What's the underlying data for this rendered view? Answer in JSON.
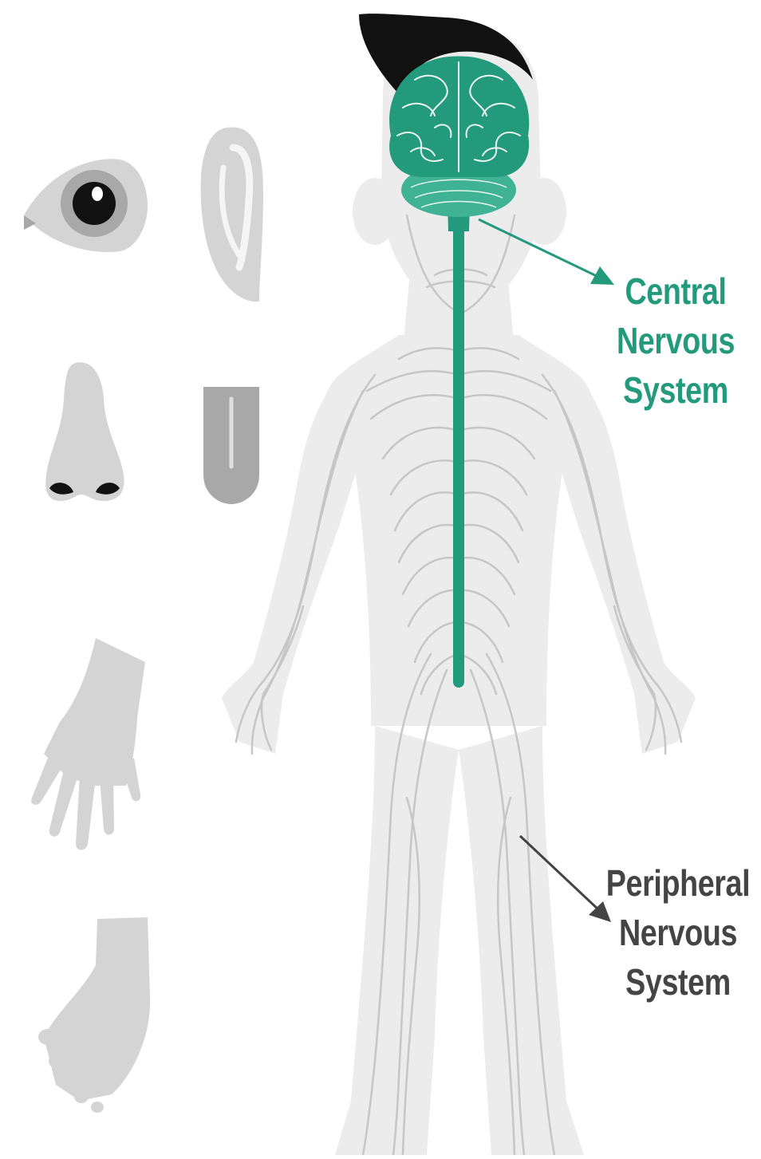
{
  "labels": {
    "central": {
      "line1": "Central",
      "line2": "Nervous",
      "line3": "System",
      "color": "#239a7c"
    },
    "peripheral": {
      "line1": "Peripheral",
      "line2": "Nervous",
      "line3": "System",
      "color": "#444444"
    }
  },
  "colors": {
    "body": "#ececec",
    "nerve": "#c6c6c6",
    "organ": "#d4d4d4",
    "organ_dark": "#a8a8a8",
    "hair": "#111111",
    "cns": "#239a7c"
  },
  "sense_icons": [
    "eye-icon",
    "ear-icon",
    "nose-icon",
    "tongue-icon",
    "hand-icon",
    "foot-icon"
  ]
}
